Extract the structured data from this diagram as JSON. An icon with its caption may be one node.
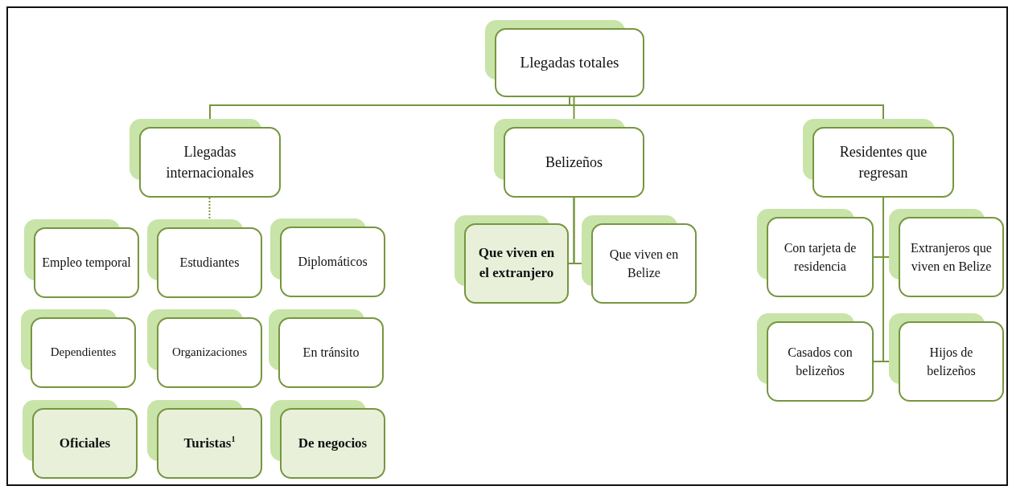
{
  "diagram": {
    "nodes": [
      {
        "text": [
          "Llegadas totales"
        ]
      },
      {
        "text": [
          "Llegadas internacionales"
        ]
      },
      {
        "text": [
          "Belizeños"
        ]
      },
      {
        "text": [
          "Residentes que regresan"
        ]
      },
      {
        "text": [
          "Empleo temporal"
        ]
      },
      {
        "text": [
          "Estudiantes"
        ]
      },
      {
        "text": [
          "Diplomáticos"
        ]
      },
      {
        "text": [
          "Dependientes"
        ]
      },
      {
        "text": [
          "Organizaciones"
        ]
      },
      {
        "text": [
          "En tránsito"
        ]
      },
      {
        "text": [
          "Oficiales"
        ]
      },
      {
        "text": [
          "Turistas$^{1}$"
        ]
      },
      {
        "text": [
          "De negocios"
        ]
      },
      {
        "text": [
          "Que viven en el extranjero"
        ]
      },
      {
        "text": [
          "Que viven en Belize"
        ]
      },
      {
        "text": [
          "Con tarjeta de residencia"
        ]
      },
      {
        "text": [
          "Extranjeros que viven en Belize"
        ]
      },
      {
        "text": [
          "Casados con belizeños"
        ]
      },
      {
        "text": [
          "Hijos de belizeños"
        ]
      }
    ],
    "edges": [
      {
        "from": 0,
        "to": 1,
        "arrow": "none"
      },
      {
        "from": 0,
        "to": 2,
        "arrow": "none"
      },
      {
        "from": 0,
        "to": 3,
        "arrow": "none"
      },
      {
        "from": 1,
        "to": 5,
        "arrow": "none",
        "style": "dashed"
      },
      {
        "from": 2,
        "to": 13,
        "arrow": "none"
      },
      {
        "from": 2,
        "to": 14,
        "arrow": "none"
      },
      {
        "from": 3,
        "to": 15,
        "arrow": "none"
      },
      {
        "from": 3,
        "to": 16,
        "arrow": "none"
      },
      {
        "from": 3,
        "to": 17,
        "arrow": "none"
      },
      {
        "from": 3,
        "to": 18,
        "arrow": "none"
      }
    ]
  }
}
